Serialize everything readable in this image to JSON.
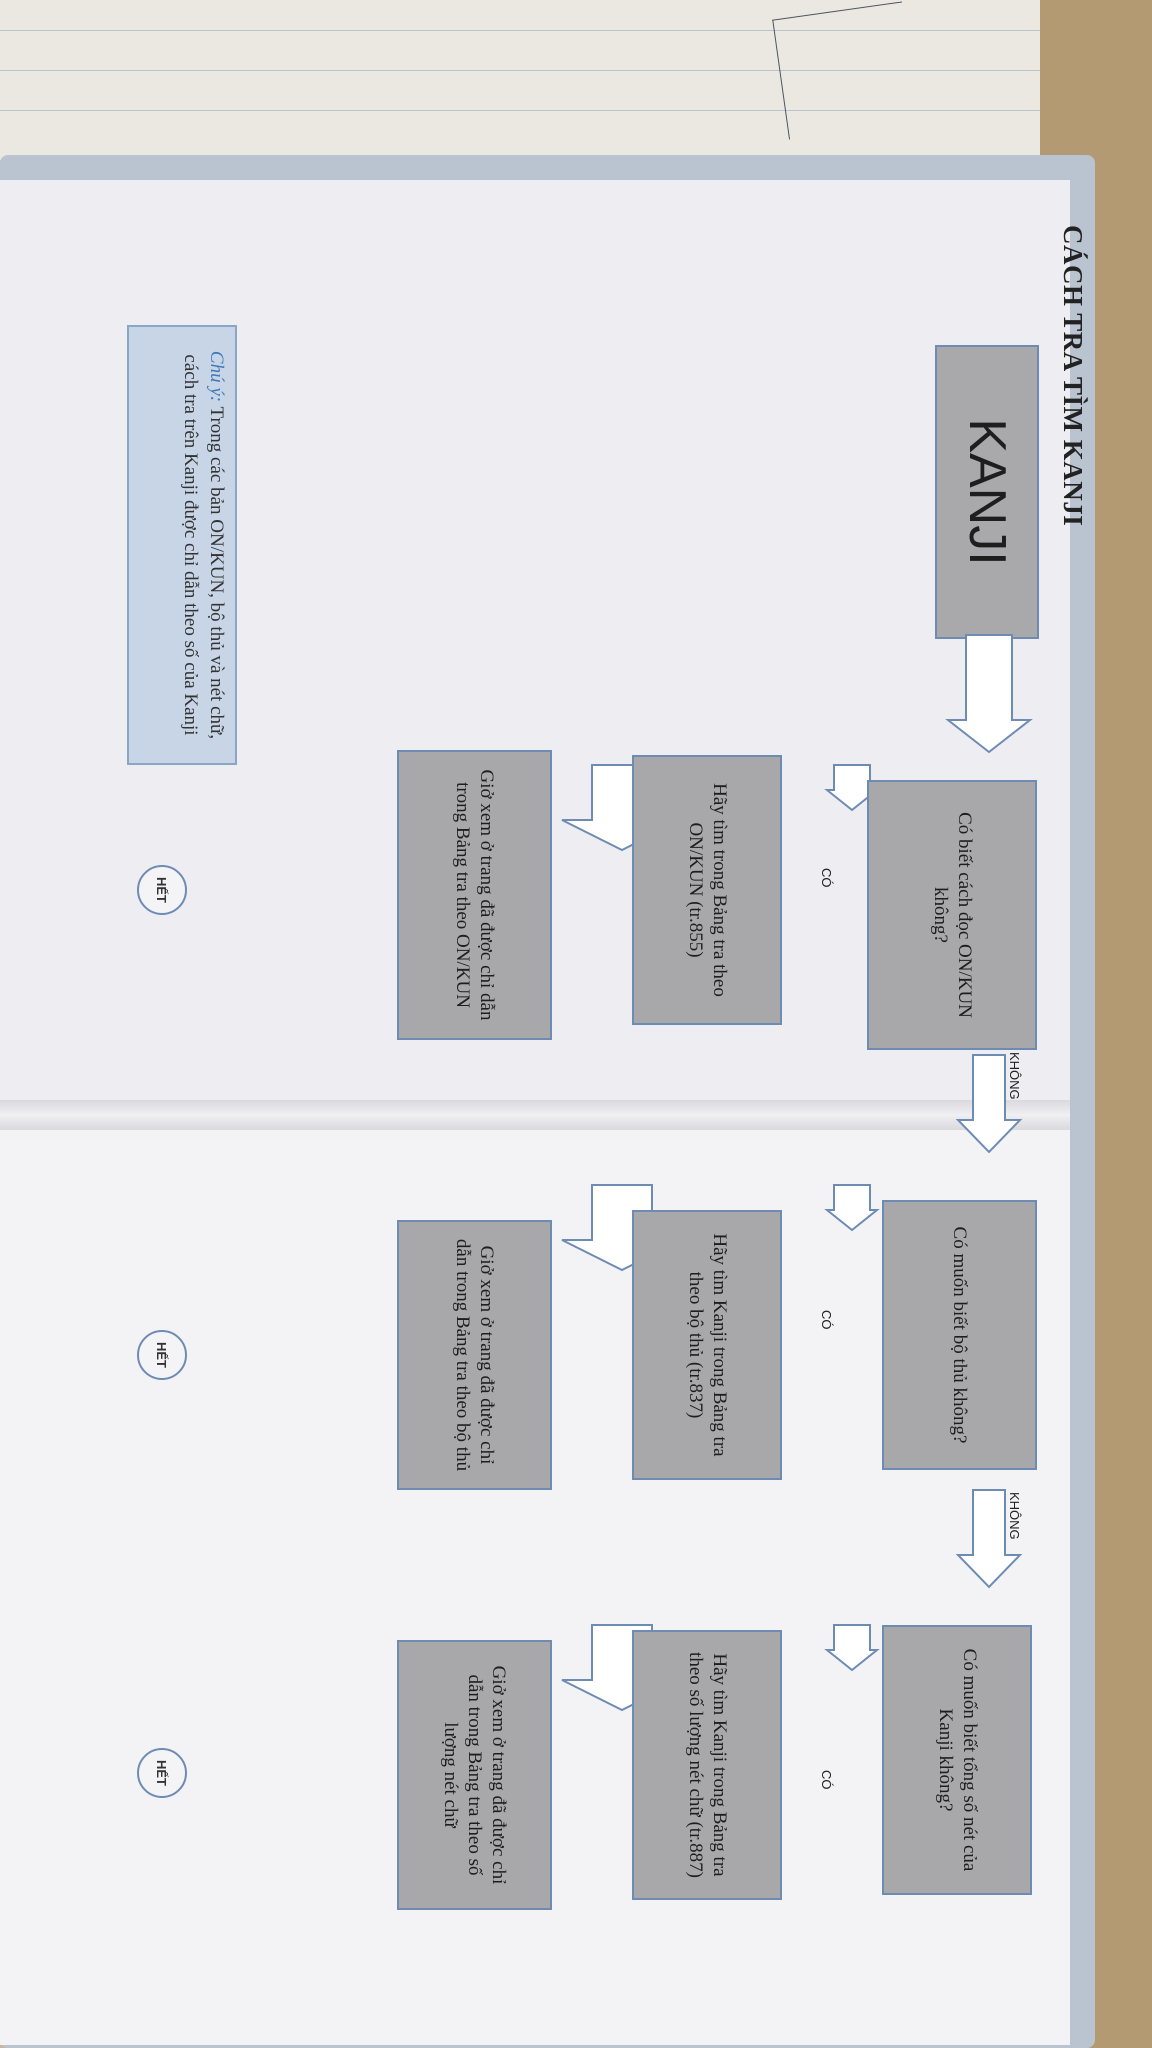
{
  "title": "CÁCH TRA TÌM KANJI",
  "start_label": "KANJI",
  "note": {
    "label": "Chú ý:",
    "text": "Trong các bản ON/KUN, bộ thủ và nét chữ, cách tra trên Kanji được chỉ dẫn theo số của Kanji"
  },
  "labels": {
    "yes": "CÓ",
    "no": "KHÔNG",
    "end": "HẾT"
  },
  "step1": {
    "question": "Có biết cách đọc ON/KUN không?",
    "action": "Hãy tìm trong Bảng tra theo ON/KUN (tr.855)",
    "result": "Giở xem ở trang đã được chỉ dẫn trong Bảng tra theo ON/KUN"
  },
  "step2": {
    "question": "Có muốn biết bộ thủ không?",
    "action": "Hãy tìm Kanji trong Bảng tra theo bộ thủ (tr.837)",
    "result": "Giở xem ở trang đã được chỉ dẫn trong Bảng tra theo bộ thủ"
  },
  "step3": {
    "question": "Có muốn biết tổng số nét của Kanji không?",
    "action": "Hãy tìm Kanji trong Bảng tra theo số lượng nét chữ (tr.887)",
    "result": "Giở xem ở trang đã được chỉ dẫn trong Bảng tra theo số lượng nét chữ"
  },
  "colors": {
    "box": "#a8a8aa",
    "border": "#6e8cb3",
    "note_bg": "#c7d5e6"
  }
}
